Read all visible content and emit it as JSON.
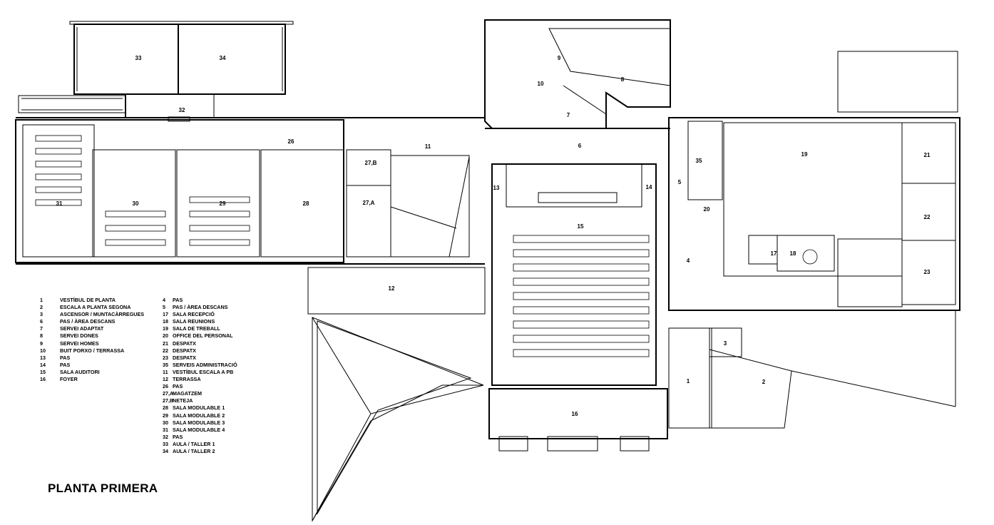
{
  "title": "PLANTA PRIMERA",
  "room_labels": [
    {
      "id": "1"
    },
    {
      "id": "2"
    },
    {
      "id": "3"
    },
    {
      "id": "4"
    },
    {
      "id": "5"
    },
    {
      "id": "6"
    },
    {
      "id": "7"
    },
    {
      "id": "8"
    },
    {
      "id": "9"
    },
    {
      "id": "10"
    },
    {
      "id": "11"
    },
    {
      "id": "12"
    },
    {
      "id": "13"
    },
    {
      "id": "14"
    },
    {
      "id": "15"
    },
    {
      "id": "16"
    },
    {
      "id": "17"
    },
    {
      "id": "18"
    },
    {
      "id": "19"
    },
    {
      "id": "20"
    },
    {
      "id": "21"
    },
    {
      "id": "22"
    },
    {
      "id": "23"
    },
    {
      "id": "26"
    },
    {
      "id": "27,A"
    },
    {
      "id": "27,B"
    },
    {
      "id": "28"
    },
    {
      "id": "29"
    },
    {
      "id": "30"
    },
    {
      "id": "31"
    },
    {
      "id": "32"
    },
    {
      "id": "33"
    },
    {
      "id": "34"
    },
    {
      "id": "35"
    }
  ],
  "legend_col1": [
    {
      "num": "1",
      "name": "VESTÍBUL DE PLANTA"
    },
    {
      "num": "2",
      "name": "ESCALA A PLANTA SEGONA"
    },
    {
      "num": "3",
      "name": "ASCENSOR / MUNTACÀRREGUES"
    },
    {
      "num": "6",
      "name": "PAS / ÀREA DESCANS"
    },
    {
      "num": "7",
      "name": "SERVEI ADAPTAT"
    },
    {
      "num": "8",
      "name": "SERVEI DONES"
    },
    {
      "num": "9",
      "name": "SERVEI HOMES"
    },
    {
      "num": "10",
      "name": "BUIT PORXO / TERRASSA"
    },
    {
      "num": "13",
      "name": "PAS"
    },
    {
      "num": "14",
      "name": "PAS"
    },
    {
      "num": "15",
      "name": "SALA AUDITORI"
    },
    {
      "num": "16",
      "name": "FOYER"
    }
  ],
  "legend_col2": [
    {
      "num": "4",
      "name": "PAS"
    },
    {
      "num": "5",
      "name": "PAS / ÀREA DESCANS"
    },
    {
      "num": "17",
      "name": "SALA RECEPCIÓ"
    },
    {
      "num": "18",
      "name": "SALA REUNIONS"
    },
    {
      "num": "19",
      "name": "SALA DE TREBALL"
    },
    {
      "num": "20",
      "name": "OFFICE DEL PERSONAL"
    },
    {
      "num": "21",
      "name": "DESPATX"
    },
    {
      "num": "22",
      "name": "DESPATX"
    },
    {
      "num": "23",
      "name": "DESPATX"
    },
    {
      "num": "35",
      "name": "SERVEIS ADMINISTRACIÓ"
    },
    {
      "num": "11",
      "name": "VESTÍBUL ESCALA A PB"
    },
    {
      "num": "12",
      "name": "TERRASSA"
    },
    {
      "num": "26",
      "name": "PAS"
    },
    {
      "num": "27,A",
      "name": "MAGATZEM"
    },
    {
      "num": "27,B",
      "name": "NETEJA"
    },
    {
      "num": "28",
      "name": "SALA MODULABLE 1"
    },
    {
      "num": "29",
      "name": "SALA MODULABLE 2"
    },
    {
      "num": "30",
      "name": "SALA MODULABLE 3"
    },
    {
      "num": "31",
      "name": "SALA MODULABLE 4"
    },
    {
      "num": "32",
      "name": "PAS"
    },
    {
      "num": "33",
      "name": "AULA / TALLER 1"
    },
    {
      "num": "34",
      "name": "AULA / TALLER 2"
    }
  ]
}
